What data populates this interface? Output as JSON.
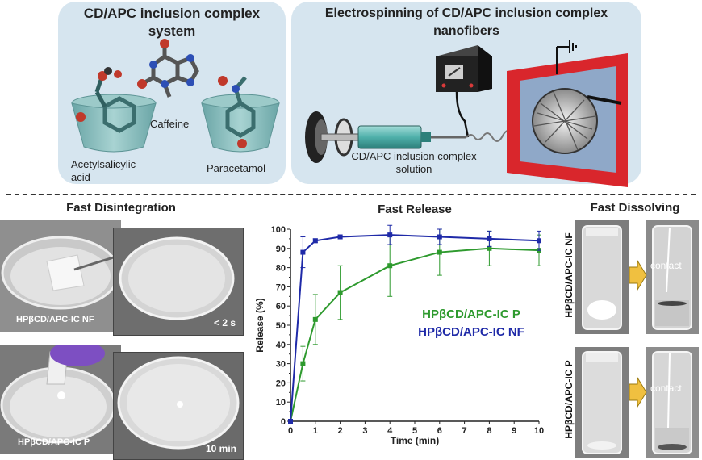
{
  "top_left": {
    "title_line1": "CD/APC inclusion complex",
    "title_line2": "system",
    "labels": {
      "caffeine": "Caffeine",
      "aspirin_line1": "Acetylsalicylic",
      "aspirin_line2": "acid",
      "paracetamol": "Paracetamol"
    }
  },
  "top_right": {
    "title_line1": "Electrospinning of CD/APC inclusion complex",
    "title_line2": "nanofibers",
    "solution_line1": "CD/APC inclusion complex",
    "solution_line2": "solution"
  },
  "fast_disintegration": {
    "title": "Fast Disintegration",
    "photo_nf_label": "HPβCD/APC-IC NF",
    "photo_nf_time": "< 2 s",
    "photo_p_label": "HPβCD/APC-IC P",
    "photo_p_time": "10 min"
  },
  "fast_dissolving": {
    "title": "Fast Dissolving",
    "label_nf": "HPβCD/APC-IC NF",
    "label_p": "HPβCD/APC-IC P",
    "contact_top": "contact",
    "contact_bottom": "contact"
  },
  "colors": {
    "panel": "#d6e5ef",
    "nf_series": "#1f2aa8",
    "p_series": "#2e9a2e",
    "frame_red": "#d9262c"
  },
  "chart_data": {
    "type": "line",
    "title": "Fast Release",
    "xlabel": "Time (min)",
    "ylabel": "Release (%)",
    "xlim": [
      0,
      10
    ],
    "ylim": [
      0,
      100
    ],
    "xticks": [
      0,
      1,
      2,
      3,
      4,
      5,
      6,
      7,
      8,
      9,
      10
    ],
    "yticks": [
      0,
      5,
      10,
      15,
      20,
      25,
      30,
      35,
      40,
      45,
      50,
      55,
      60,
      65,
      70,
      75,
      80,
      85,
      90,
      95,
      100
    ],
    "grid": false,
    "legend_position": "center-right",
    "series": [
      {
        "name": "HPβCD/APC-IC P",
        "color": "#2e9a2e",
        "x": [
          0,
          0.5,
          1,
          2,
          4,
          6,
          8,
          10
        ],
        "y": [
          0,
          30,
          53,
          67,
          81,
          88,
          90,
          89
        ],
        "err": [
          0,
          9,
          13,
          14,
          16,
          12,
          9,
          8
        ]
      },
      {
        "name": "HPβCD/APC-IC NF",
        "color": "#1f2aa8",
        "x": [
          0,
          0.5,
          1,
          2,
          4,
          6,
          8,
          10
        ],
        "y": [
          0,
          88,
          94,
          96,
          97,
          96,
          95,
          94
        ],
        "err": [
          0,
          8,
          1,
          1,
          5,
          4,
          4,
          5
        ]
      }
    ]
  }
}
